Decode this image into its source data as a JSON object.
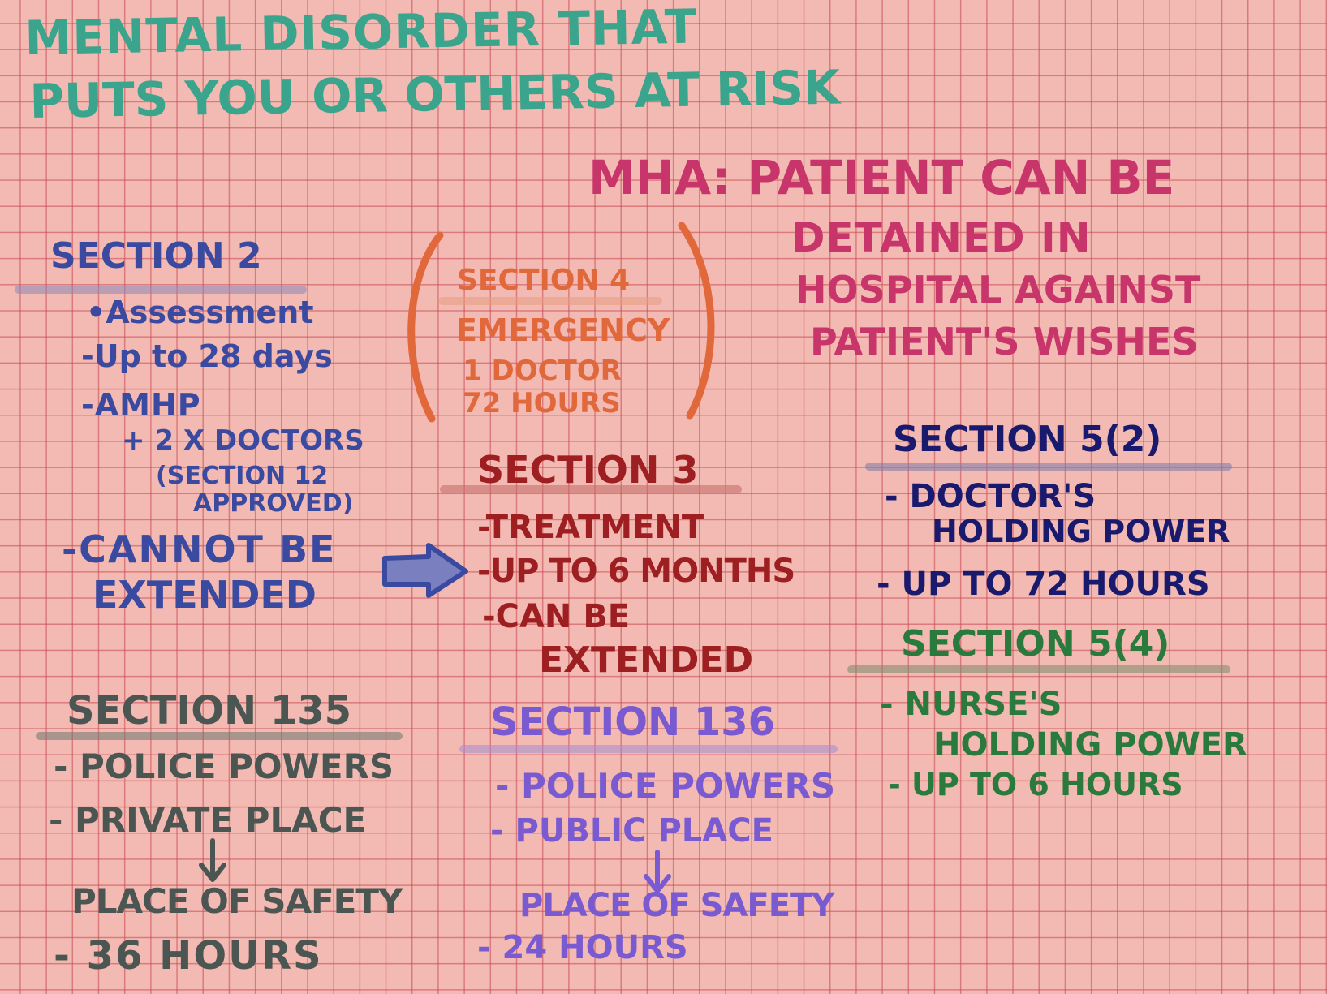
{
  "title": {
    "line1": "Mental Disorder That",
    "line2": "Puts You or Others At Risk"
  },
  "mha": {
    "line1": "MHA: Patient Can Be",
    "line2": "Detained in",
    "line3": "Hospital Against",
    "line4": "Patient's Wishes"
  },
  "section2": {
    "heading": "Section 2",
    "items": [
      "•Assessment",
      "-Up to 28 days",
      "-AMHP",
      "+ 2 x Doctors",
      "(Section 12",
      "Approved)",
      "-Cannot Be",
      "Extended"
    ]
  },
  "section4": {
    "heading": "Section 4",
    "items": [
      "Emergency",
      "1 Doctor",
      "72 Hours"
    ]
  },
  "section3": {
    "heading": "Section 3",
    "items": [
      "-Treatment",
      "-Up to 6 Months",
      "-Can Be",
      "Extended"
    ]
  },
  "section5_2": {
    "heading": "Section 5(2)",
    "items": [
      "- Doctor's",
      "Holding Power",
      "- Up to 72 Hours"
    ]
  },
  "section5_4": {
    "heading": "Section 5(4)",
    "items": [
      "- Nurse's",
      "Holding Power",
      "- Up to 6 Hours"
    ]
  },
  "section135": {
    "heading": "Section 135",
    "items": [
      "- Police Powers",
      "- Private Place",
      "Place of Safety",
      "- 36 Hours"
    ]
  },
  "section136": {
    "heading": "Section 136",
    "items": [
      "- Police Powers",
      "- Public Place",
      "Place of Safety",
      "- 24 Hours"
    ]
  },
  "colors": {
    "teal": "#3aa58c",
    "magenta": "#c8356a",
    "orange": "#e0683a",
    "blue": "#3a4aa0",
    "red": "#9d1f22",
    "navy": "#191a6e",
    "green": "#2a7a3e",
    "slate": "#4b5653",
    "purple": "#7a5ad0",
    "grid_background": "#f2bab2"
  },
  "icons": [
    "right-arrow-icon",
    "down-arrow-icon"
  ]
}
